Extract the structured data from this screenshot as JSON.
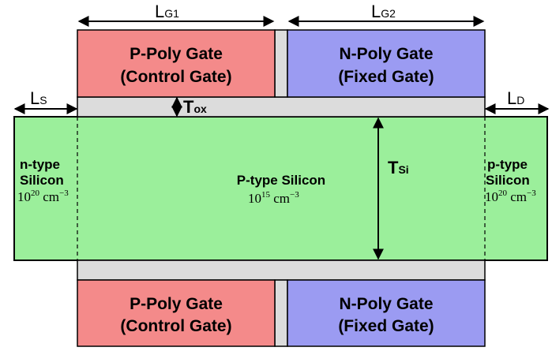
{
  "dimensions": {
    "lg1": {
      "main": "L",
      "sub": "G1"
    },
    "lg2": {
      "main": "L",
      "sub": "G2"
    },
    "ls": {
      "main": "L",
      "sub": "S"
    },
    "ld": {
      "main": "L",
      "sub": "D"
    },
    "tox": {
      "main": "T",
      "sub": "ox"
    },
    "tsi": {
      "main": "T",
      "sub": "Si"
    }
  },
  "gates": {
    "top_left": {
      "line1": "P-Poly Gate",
      "line2": "(Control Gate)"
    },
    "top_right": {
      "line1": "N-Poly Gate",
      "line2": "(Fixed Gate)"
    },
    "bottom_left": {
      "line1": "P-Poly Gate",
      "line2": "(Control Gate)"
    },
    "bottom_right": {
      "line1": "N-Poly Gate",
      "line2": "(Fixed Gate)"
    }
  },
  "regions": {
    "source": {
      "line1": "n-type",
      "line2": "Silicon",
      "doping_base": "10",
      "doping_exp": "20",
      "doping_unit": " cm",
      "doping_unit_exp": "−3"
    },
    "channel": {
      "line1": "P-type Silicon",
      "doping_base": "10",
      "doping_exp": "15",
      "doping_unit": " cm",
      "doping_unit_exp": "−3"
    },
    "drain": {
      "line1": "p-type",
      "line2": "Silicon",
      "doping_base": "10",
      "doping_exp": "20",
      "doping_unit": " cm",
      "doping_unit_exp": "−3"
    }
  },
  "colors": {
    "p_gate": "#f48a8a",
    "n_gate": "#9b9bf2",
    "oxide": "#dcdcdc",
    "silicon": "#9bef9b",
    "outline": "#000000"
  }
}
